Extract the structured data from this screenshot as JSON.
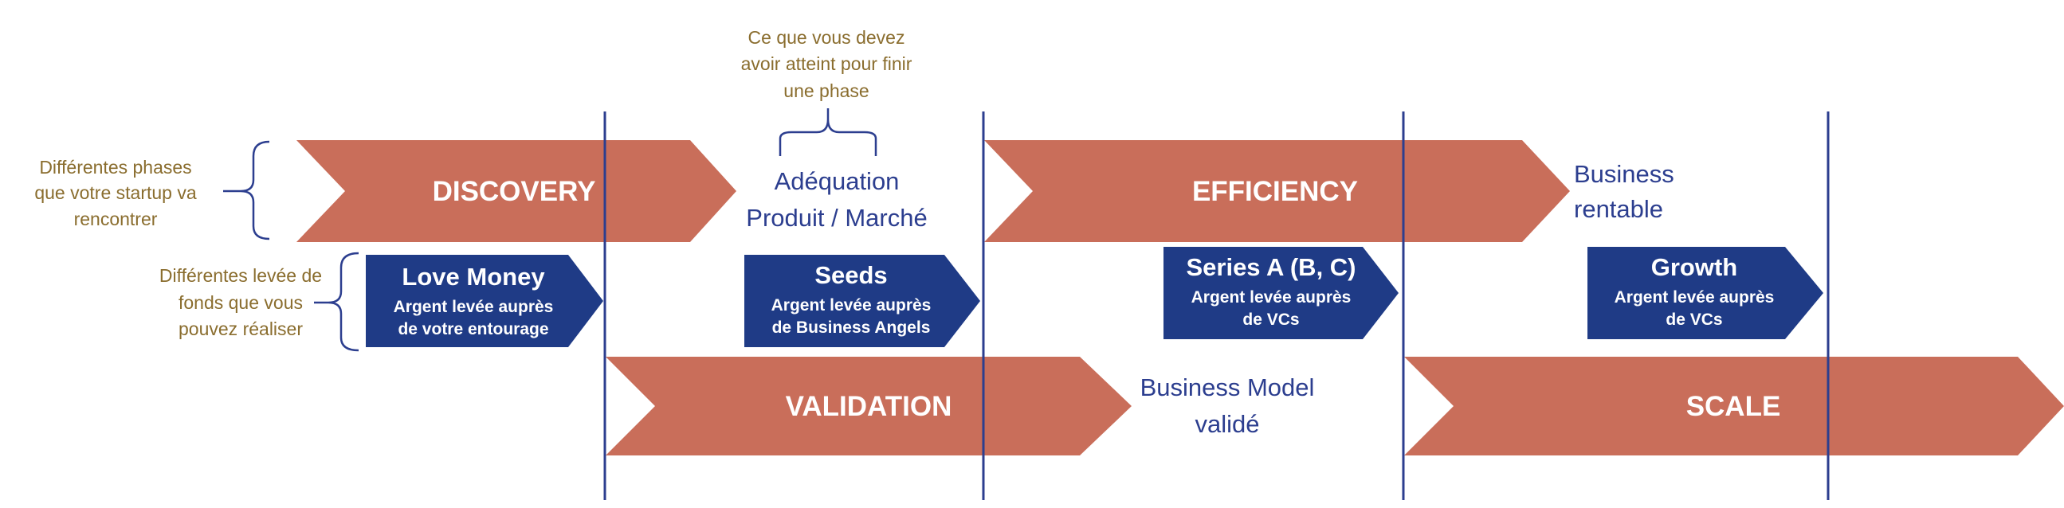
{
  "colors": {
    "phase_arrow": "#c96e5a",
    "funding_arrow": "#1f3b86",
    "divider": "#2c3e8f",
    "note_text": "#8a6d2e",
    "brace": "#2c3e8f",
    "milestone_text": "#2c3e8f"
  },
  "notes": {
    "phase_note": [
      "Différentes phases",
      "que votre startup va",
      "rencontrer"
    ],
    "funding_note": [
      "Différentes levée de",
      "fonds que vous",
      "pouvez réaliser"
    ],
    "milestone_note": [
      "Ce que vous devez",
      "avoir atteint pour finir",
      "une phase"
    ]
  },
  "phases": [
    {
      "label": "DISCOVERY"
    },
    {
      "label": "VALIDATION"
    },
    {
      "label": "EFFICIENCY"
    },
    {
      "label": "SCALE"
    }
  ],
  "milestones": [
    {
      "lines": [
        "Adéquation",
        "Produit / Marché"
      ]
    },
    {
      "lines": [
        "Business Model",
        "validé"
      ]
    },
    {
      "lines": [
        "Business",
        "rentable"
      ]
    }
  ],
  "funding": [
    {
      "title": "Love Money",
      "lines": [
        "Argent levée auprès",
        "de votre entourage"
      ]
    },
    {
      "title": "Seeds",
      "lines": [
        "Argent levée auprès",
        "de Business Angels"
      ]
    },
    {
      "title": "Series A (B, C)",
      "lines": [
        "Argent levée auprès",
        "de VCs"
      ]
    },
    {
      "title": "Growth",
      "lines": [
        "Argent levée auprès",
        "de VCs"
      ]
    }
  ]
}
